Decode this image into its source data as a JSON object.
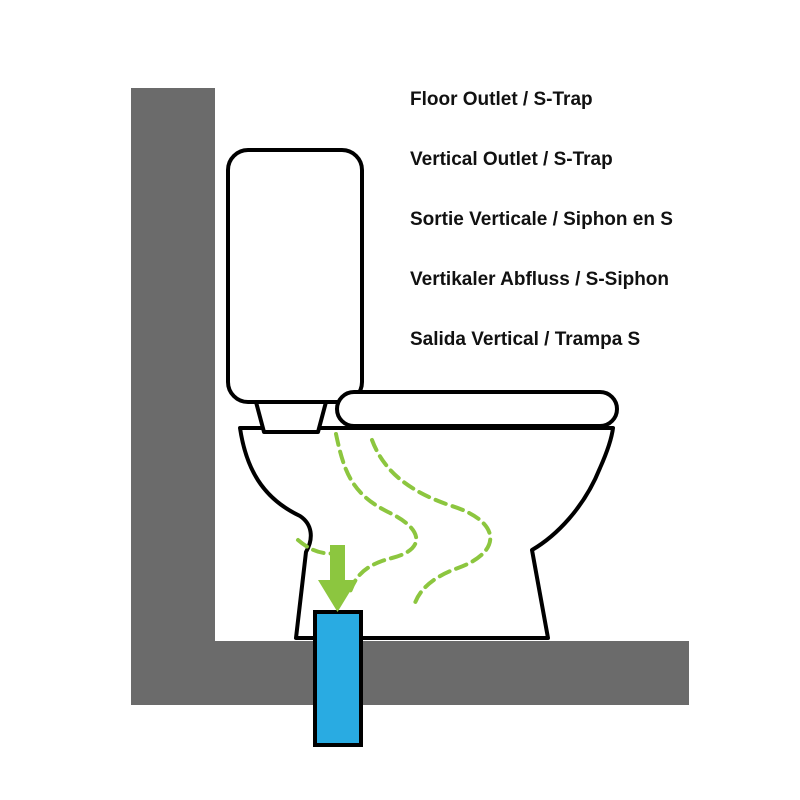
{
  "diagram": {
    "title": "Toilet floor outlet S-trap diagram",
    "labels": [
      {
        "text": "Floor Outlet / S-Trap",
        "lang": "en"
      },
      {
        "text": "Vertical Outlet / S-Trap",
        "lang": "en"
      },
      {
        "text": "Sortie Verticale / Siphon en S",
        "lang": "fr"
      },
      {
        "text": "Vertikaler Abfluss / S-Siphon",
        "lang": "de"
      },
      {
        "text": "Salida Vertical / Trampa S",
        "lang": "es"
      }
    ],
    "colors": {
      "background": "#ffffff",
      "wall": "#6b6b6b",
      "outline": "#000000",
      "fixture_fill": "#ffffff",
      "pipe": "#29abe2",
      "flow": "#8cc63f"
    }
  }
}
